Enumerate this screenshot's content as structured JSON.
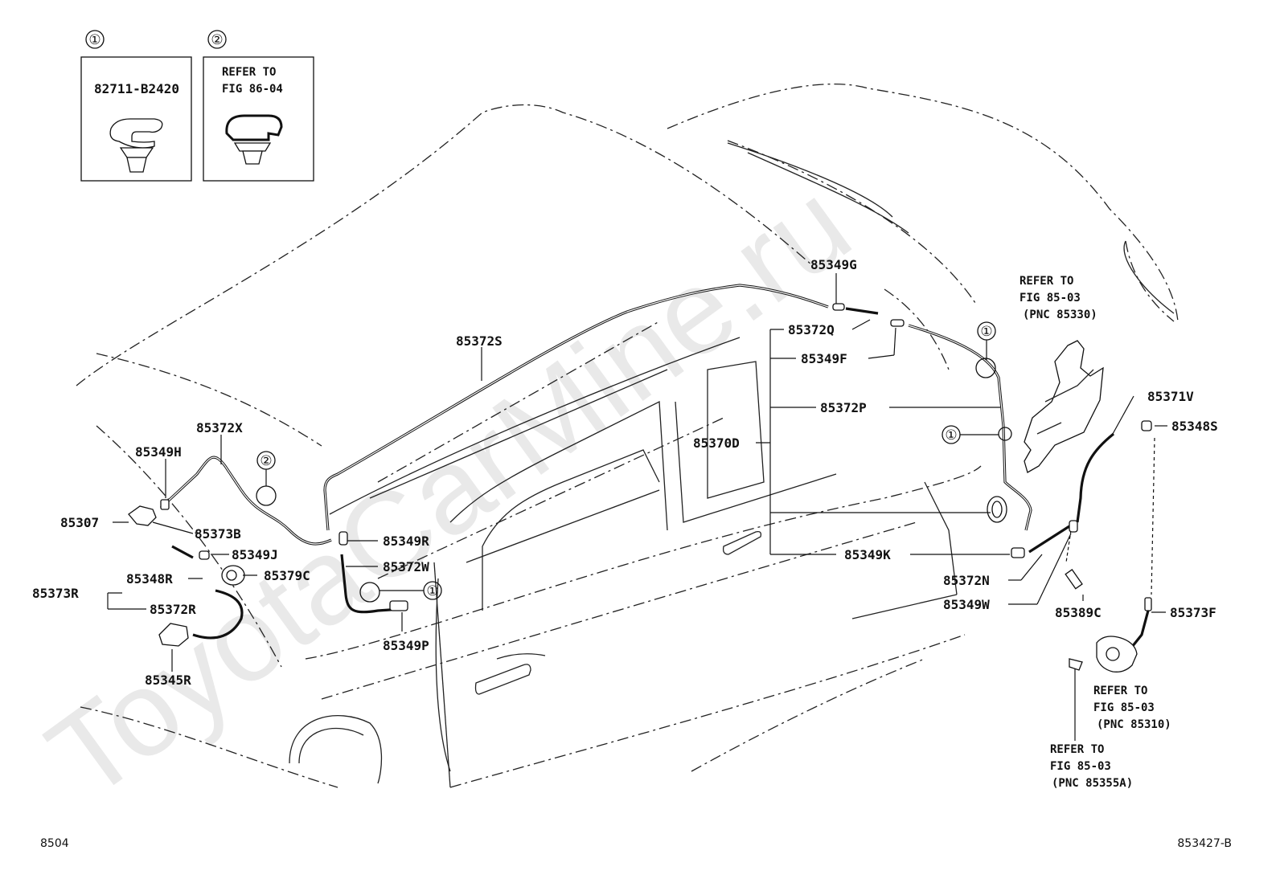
{
  "watermark": "ToyotaCarMine.ru",
  "footer": {
    "left_code": "8504",
    "right_code": "853427-B"
  },
  "legend": [
    {
      "marker": "①",
      "text": "82711-B2420"
    },
    {
      "marker": "②",
      "line1": "REFER TO",
      "line2": "FIG 86-04"
    }
  ],
  "callout_marker_1": "①",
  "callout_marker_2": "②",
  "part_labels": {
    "p85372S": "85372S",
    "p85349G": "85349G",
    "p85372Q": "85372Q",
    "p85349F": "85349F",
    "p85372P": "85372P",
    "p85370D": "85370D",
    "p85349K": "85349K",
    "p85372N": "85372N",
    "p85349W": "85349W",
    "p85371V": "85371V",
    "p85348S": "85348S",
    "p85389C": "85389C",
    "p85373F": "85373F",
    "p85372X": "85372X",
    "p85349H": "85349H",
    "p85307": "85307",
    "p85373B": "85373B",
    "p85349J": "85349J",
    "p85379C": "85379C",
    "p85373R": "85373R",
    "p85348R": "85348R",
    "p85372R": "85372R",
    "p85345R": "85345R",
    "p85349R": "85349R",
    "p85372W": "85372W",
    "p85349P": "85349P"
  },
  "refer_notes": {
    "tank": [
      "REFER TO",
      "FIG 85-03",
      "(PNC 85330)"
    ],
    "pump": [
      "REFER TO",
      "FIG 85-03",
      "(PNC 85310)"
    ],
    "grommet": [
      "REFER TO",
      "FIG 85-03",
      "(PNC 85355A)"
    ]
  }
}
